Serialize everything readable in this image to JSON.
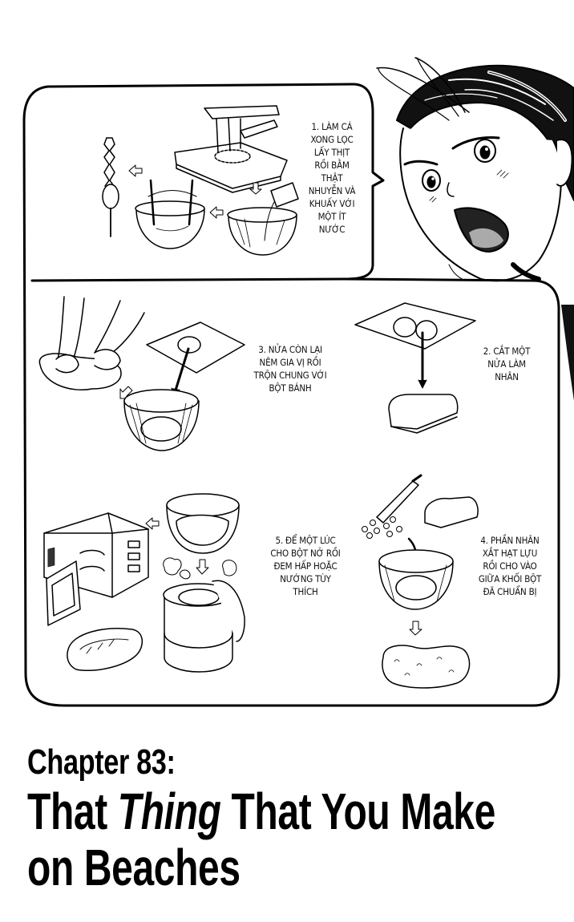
{
  "page": {
    "background": "#ffffff",
    "ink": "#000000"
  },
  "steps": [
    {
      "id": 1,
      "text": "1. Làm cá\nxong lọc\nlấy thịt\nrồi bằm\nthật\nnhuyễn và\nkhuấy với\nmột ít\nnước"
    },
    {
      "id": 2,
      "text": "2. Cắt một\nnửa làm\nnhân"
    },
    {
      "id": 3,
      "text": "3. Nửa còn lại\nnêm gia vị rồi\ntrộn chung với\nbột bánh"
    },
    {
      "id": 4,
      "text": "4. Phần nhân\nxắt hạt lựu\nrồi cho vào\ngiữa khối bột\nđã chuẩn bị"
    },
    {
      "id": 5,
      "text": "5. Để một lúc\ncho bột nở rồi\nđem hấp hoặc\nnướng tùy\nthích"
    }
  ],
  "title": {
    "chapter": "Chapter 83:",
    "line1_a": "That ",
    "line1_em": "Thing",
    "line1_b": " That You Make",
    "line2": "on Beaches"
  },
  "illustrations": {
    "panel1": [
      "fish-on-cutting-board",
      "cleaver",
      "water-cup",
      "mixing-bowl",
      "chopsticks-bowl",
      "twisted-fishcake-stick"
    ],
    "panel2": [
      "kneading-hands",
      "dough-on-cloth",
      "bowl-with-dough",
      "split-dough-on-cloth",
      "filling-log"
    ],
    "panel3": [
      "microwave-oven",
      "baked-bun",
      "bowl-of-dough",
      "steamer",
      "diced-filling-knife",
      "bowl-with-filling",
      "stuffed-dough"
    ],
    "character": "shouting-girl"
  }
}
